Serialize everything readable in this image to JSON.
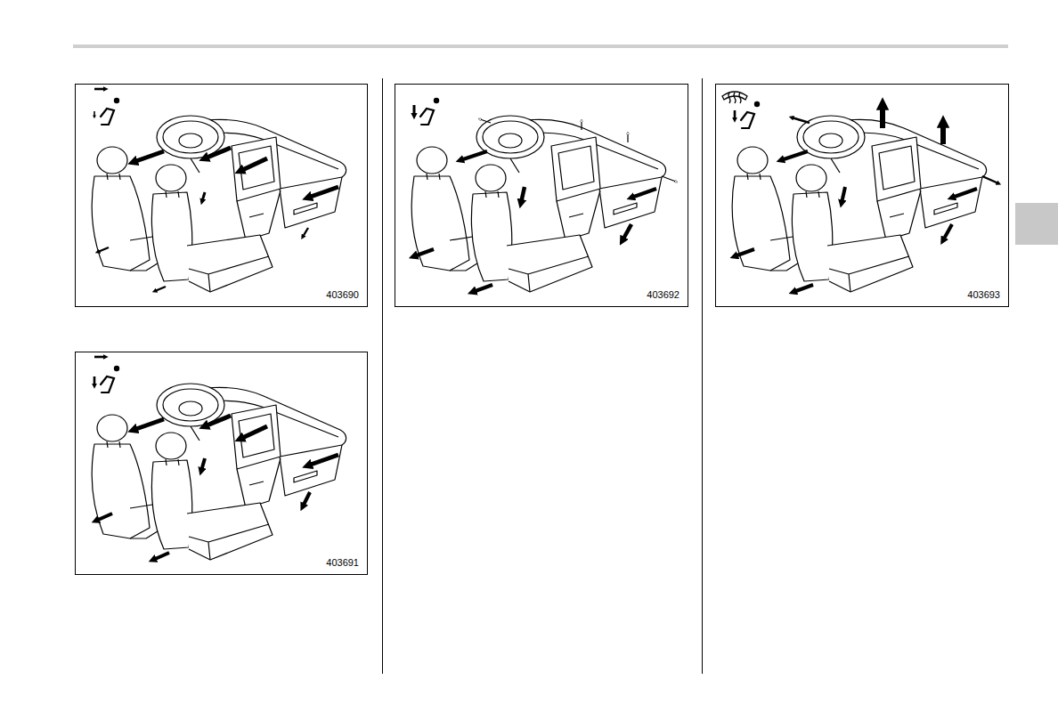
{
  "diagram": {
    "nodes": [
      {
        "text": [
          "403690"
        ]
      },
      {
        "text": [
          "403691"
        ]
      },
      {
        "text": [
          "403692"
        ]
      },
      {
        "text": [
          "403693"
        ]
      }
    ]
  }
}
